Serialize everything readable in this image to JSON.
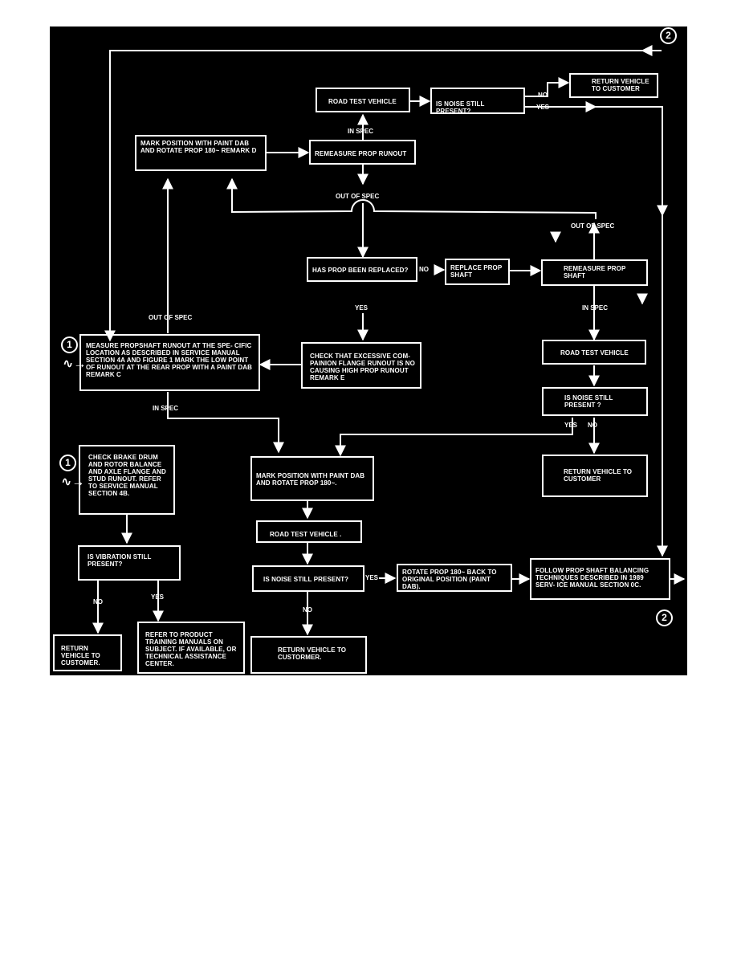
{
  "boxes": {
    "road_test_1": "ROAD  TEST  VEHICLE",
    "noise_still_1": "IS  NOISE  STILL  PRESENT?",
    "return_vehicle_1": "RETURN  VEHICLE TO CUSTOMER",
    "mark_position_1": "MARK POSITION WITH PAINT DAB AND ROTATE PROP 180~ REMARK D",
    "remeasure_runout": "REMEASURE  PROP  RUNOUT",
    "prop_replaced": "HAS  PROP  BEEN  REPLACED?",
    "replace_prop": "REPLACE PROP SHAFT",
    "remeasure_shaft": "REMEASURE PROP SHAFT",
    "measure_propshaft": "MEASURE PROPSHAFT RUNOUT AT THE SPE- CIFIC LOCATION AS DESCRIBED IN SERVICE MANUAL SECTION 4A AND FIGURE 1 MARK THE LOW POINT OF RUNOUT AT THE REAR PROP WITH A PAINT DAB REMARK C",
    "check_flange": "CHECK THAT EXCESSIVE COM- PAINION FLANGE RUNOUT IS NO CAUSING HIGH PROP RUNOUT REMARK E",
    "road_test_2": "ROAD  TEST  VEHICLE",
    "noise_still_2": "IS NOISE STILL PRESENT ?",
    "return_vehicle_2": "RETURN VEHICLE TO CUSTOMER",
    "check_brake": "CHECK BRAKE DRUM AND ROTOR BALANCE AND AXLE FLANGE AND STUD RUNOUT. REFER TO SERVICE MANUAL SECTION 4B.",
    "mark_position_2": "MARK POSITION WITH PAINT DAB AND ROTATE PROP 180~.",
    "road_test_3": "ROAD  TEST  VEHICLE .",
    "noise_still_3": "IS  NOISE  STILL  PRESENT?",
    "rotate_back": "ROTATE PROP 180~ BACK TO ORIGINAL POSITION (PAINT DAB).",
    "follow_balancing": "FOLLOW PROP SHAFT BALANCING TECHNIQUES DESCRIBED IN 1989 SERV- ICE MANUAL SECTION 0C.",
    "vibration_still": "IS VIBRATION STILL PRESENT?",
    "return_vehicle_3": "RETURN VEHICLE TO CUSTOMER.",
    "refer_training": "REFER TO PRODUCT TRAINING MANUALS ON SUBJECT.  IF AVAILABLE, OR TECHNICAL ASSISTANCE CENTER.",
    "return_vehicle_4": "RETURN  VEHICLE TO CUSTORMER."
  },
  "labels": {
    "no_1": "NO",
    "yes_1": "YES",
    "in_spec_1": "IN  SPEC",
    "out_of_spec_1": "OUT  OF  SPEC",
    "out_of_spec_2": "OUT  OF  SPEC",
    "no_2": "NO",
    "yes_2": "YES",
    "in_spec_2": "IN  SPEC",
    "out_of_spec_3": "OUT  OF  SPEC",
    "in_spec_3": "IN  SPEC",
    "yes_3": "YES",
    "no_3": "NO",
    "yes_4": "YES",
    "no_4": "NO",
    "no_5": "NO",
    "yes_5": "YES"
  },
  "connectors": {
    "c2_top": "2",
    "c2_bottom": "2",
    "c1_measure": "1",
    "c1_brake": "1"
  },
  "colors": {
    "background": "#000000",
    "foreground": "#ffffff"
  }
}
